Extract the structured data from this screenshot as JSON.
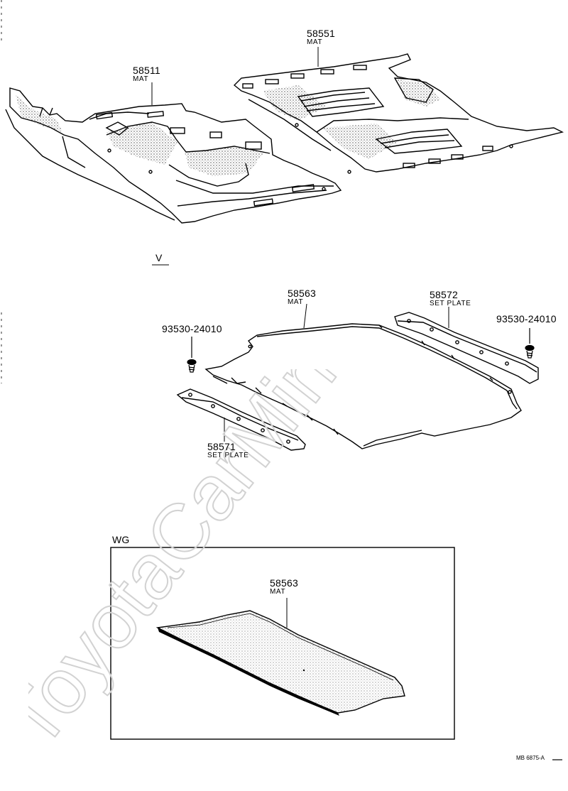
{
  "parts": {
    "mat_58511": {
      "number": "58511",
      "name": "MAT"
    },
    "mat_58551": {
      "number": "58551",
      "name": "MAT"
    },
    "mat_58563": {
      "number": "58563",
      "name": "MAT"
    },
    "plate_58572": {
      "number": "58572",
      "name": "SET PLATE"
    },
    "plate_58571": {
      "number": "58571",
      "name": "SET PLATE"
    },
    "screw_right": {
      "number": "93530-24010"
    },
    "screw_left": {
      "number": "93530-24010"
    },
    "wg_mat_58563": {
      "number": "58563",
      "name": "MAT"
    }
  },
  "sections": {
    "v_label": "V",
    "wg_label": "WG"
  },
  "footer": {
    "code": "MB 6875-A"
  },
  "watermark": {
    "text": "ToyotaCarMine.ru"
  }
}
